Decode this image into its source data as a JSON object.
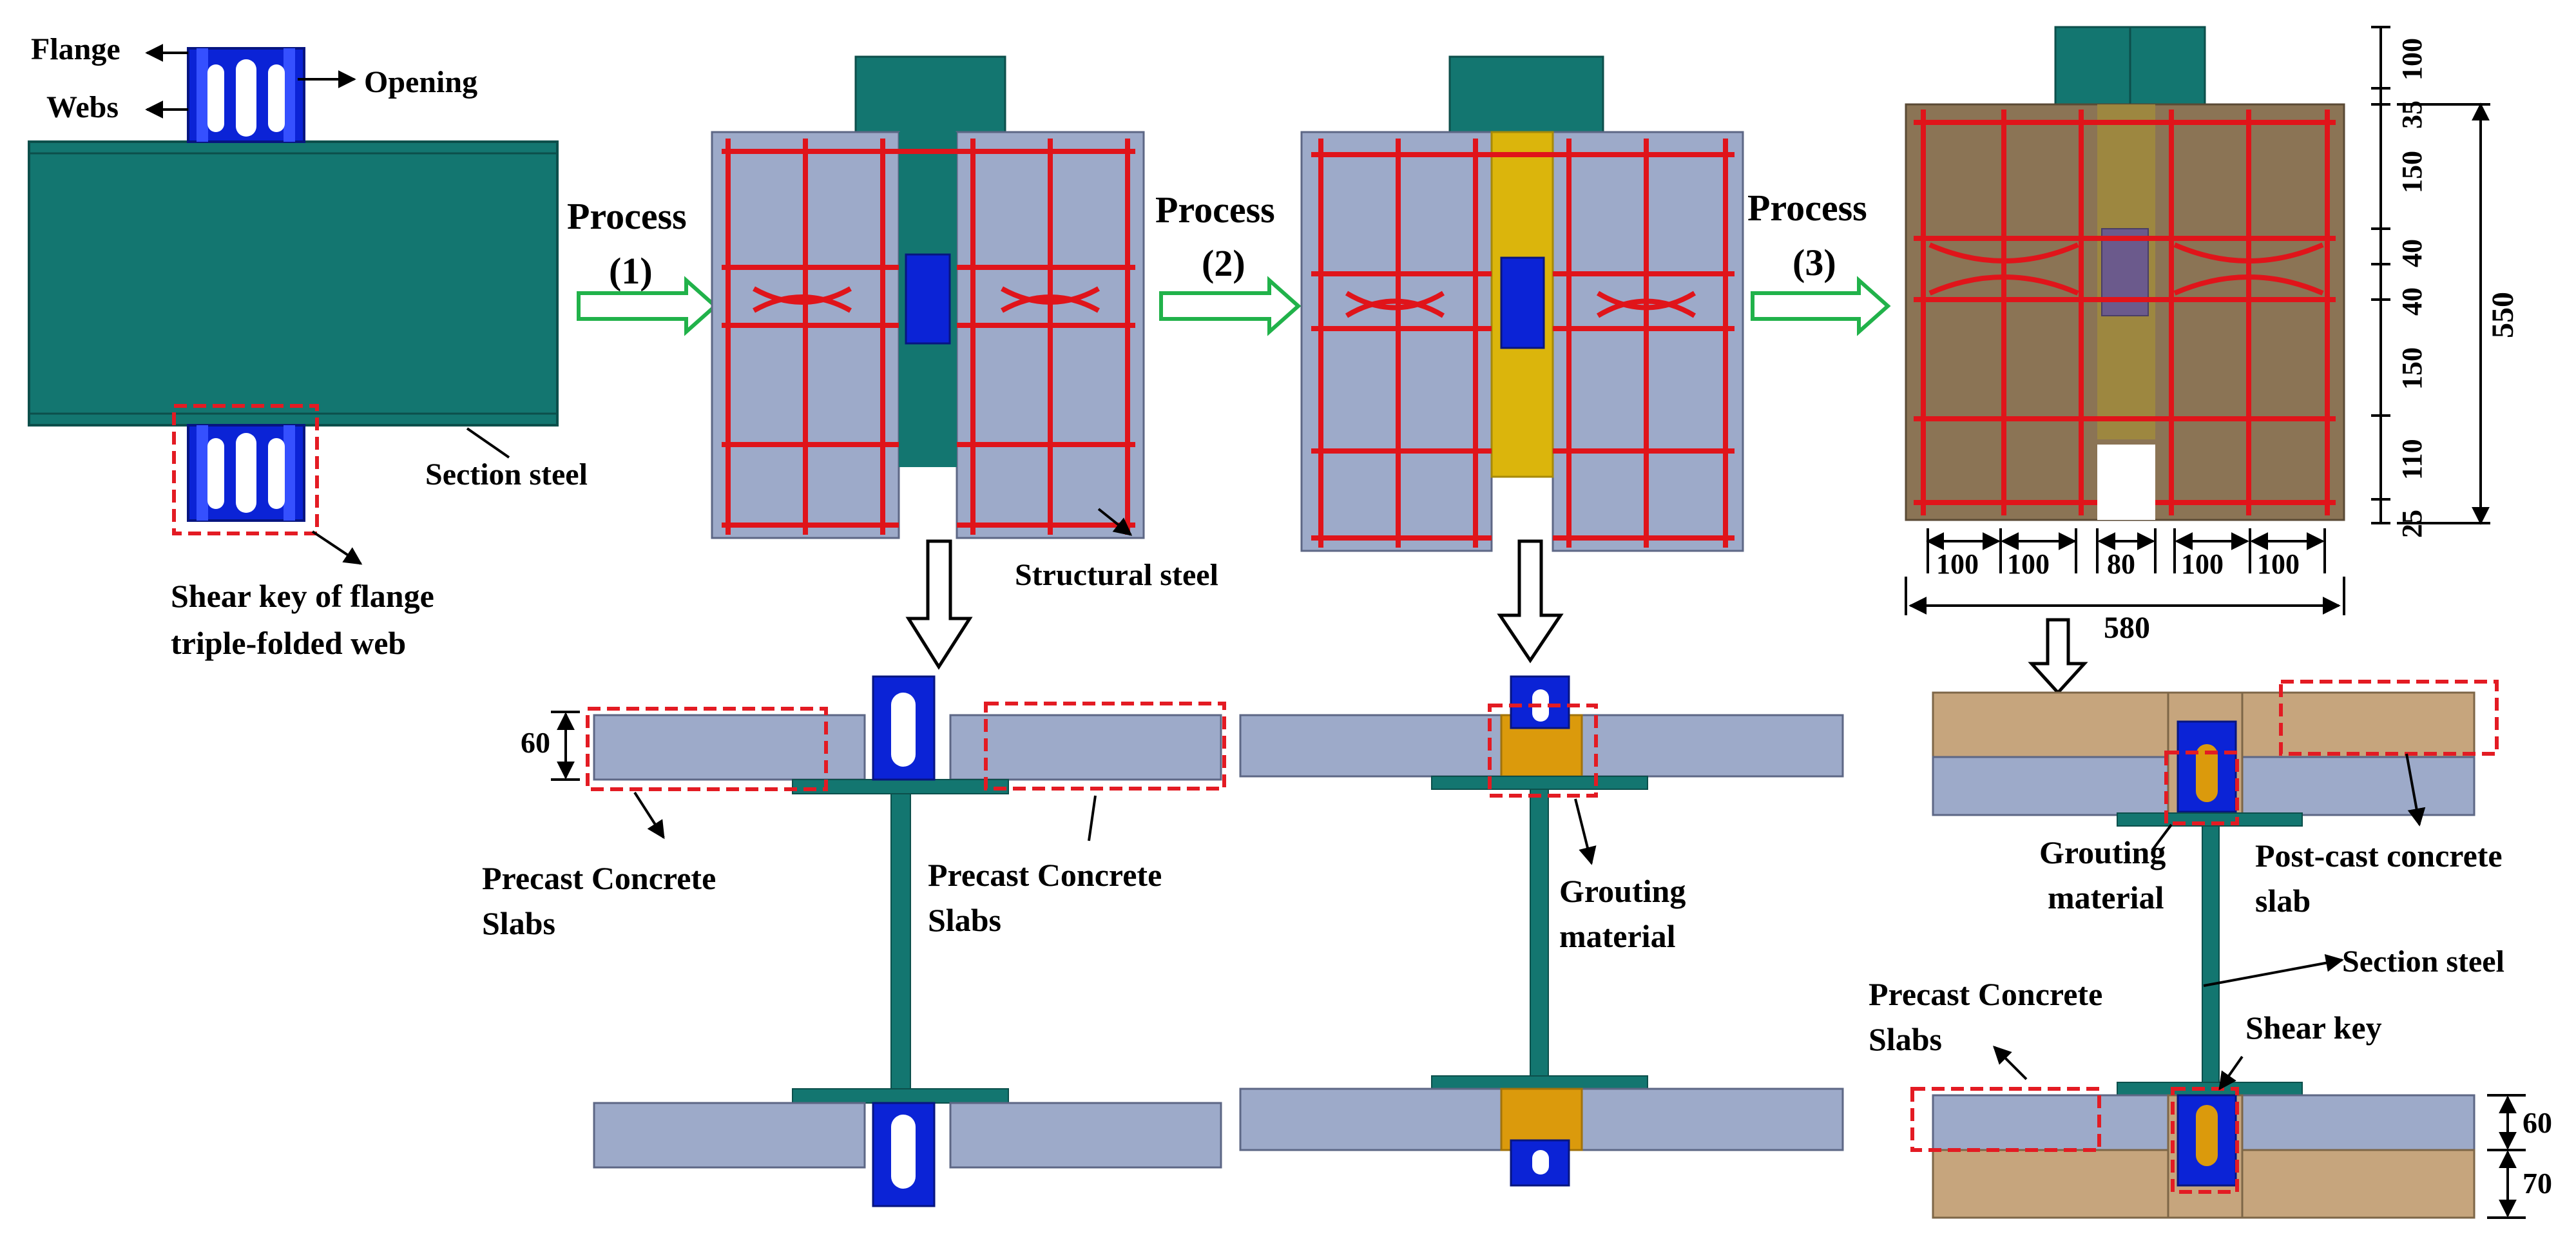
{
  "labels": {
    "flange": "Flange",
    "webs": "Webs",
    "opening": "Opening",
    "section_steel": "Section steel",
    "shear_key_line1": "Shear key of flange",
    "shear_key_line2": "triple-folded web",
    "structural_steel": "Structural steel",
    "precast_slabs_a1": "Precast Concrete",
    "precast_slabs_a2": "Slabs",
    "precast_slabs_b1": "Precast Concrete",
    "precast_slabs_b2": "Slabs",
    "grouting_a1": "Grouting",
    "grouting_a2": "material",
    "grouting_b1": "Grouting",
    "grouting_b2": "material",
    "post_cast1": "Post-cast concrete",
    "post_cast2": "slab",
    "section_steel_b": "Section steel",
    "precast_slabs_c1": "Precast Concrete",
    "precast_slabs_c2": "Slabs",
    "shear_key_b": "Shear key"
  },
  "processes": [
    {
      "word": "Process",
      "number": "(1)"
    },
    {
      "word": "Process",
      "number": "(2)"
    },
    {
      "word": "Process",
      "number": "(3)"
    }
  ],
  "dimensions": {
    "vertical": [
      "100",
      "35",
      "150",
      "40",
      "40",
      "150",
      "110",
      "25"
    ],
    "vertical_total": "550",
    "horizontal": [
      "100",
      "100",
      "80",
      "100",
      "100"
    ],
    "horizontal_total": "580",
    "slab_thickness_top": "60",
    "slab_thickness_bottom_a": "60",
    "slab_thickness_bottom_b": "70"
  },
  "colors": {
    "steel": "#137670",
    "concrete": "#9daac9",
    "shear_key": "#0b23d6",
    "rebar": "#e0141a",
    "grout": "#dbb50c",
    "grout_dark": "#db9a0c",
    "post_cast": "#8b7455",
    "post_cast_light": "#c6a57d",
    "arrow": "#21b24a",
    "highlight": "#e31b23"
  }
}
